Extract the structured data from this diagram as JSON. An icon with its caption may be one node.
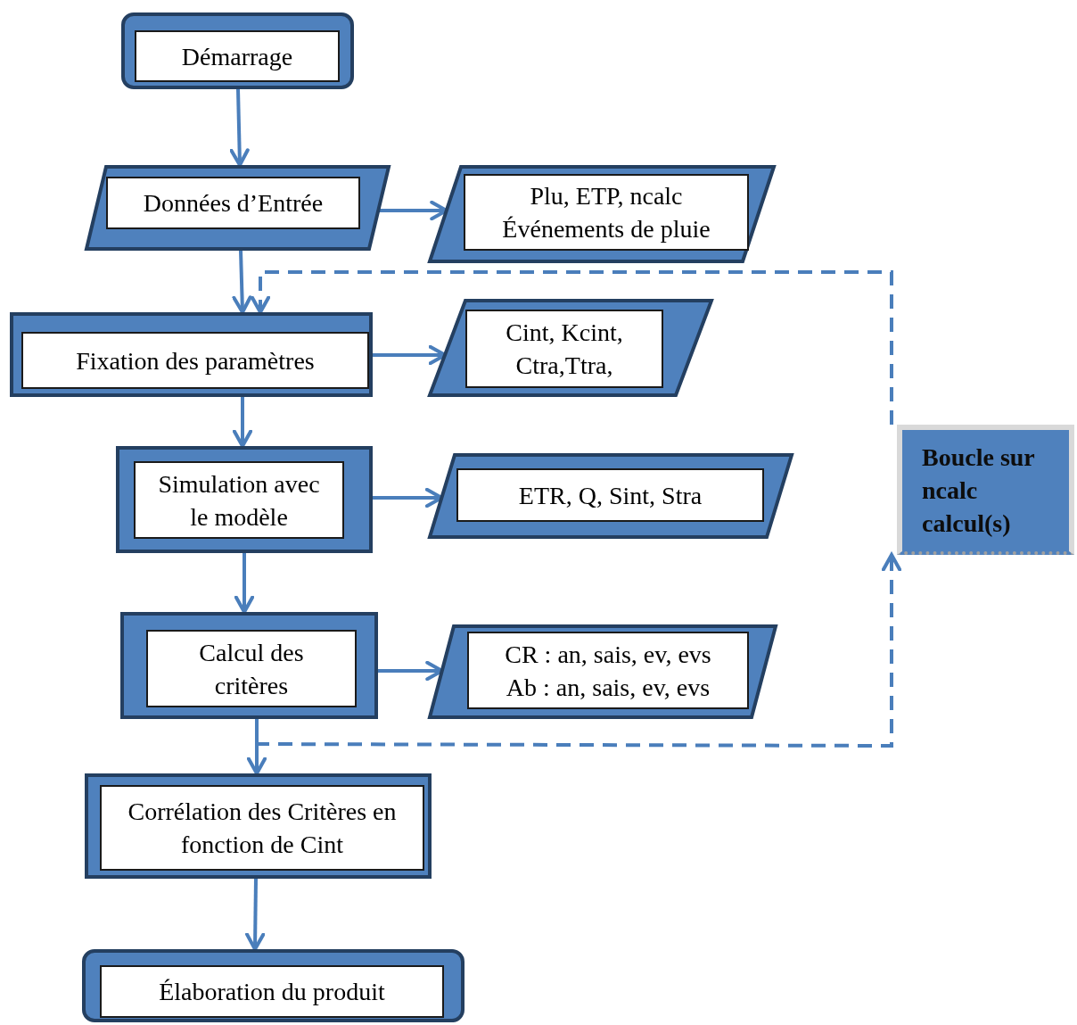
{
  "diagram": {
    "nodes": [
      {
        "text": [
          "Démarrage"
        ]
      },
      {
        "text": [
          "Données d’Entrée"
        ]
      },
      {
        "text": [
          "Plu, ETP, ncalc",
          "Événements de pluie"
        ]
      },
      {
        "text": [
          "Fixation des paramètres"
        ]
      },
      {
        "text": [
          "Cint, Kcint, Ctra,Ttra,"
        ]
      },
      {
        "text": [
          "Simulation avec le modèle"
        ]
      },
      {
        "text": [
          "ETR, Q, Sint, Stra"
        ]
      },
      {
        "text": [
          "Calcul des critères"
        ]
      },
      {
        "text": [
          "CR : an, sais, ev, evs",
          "Ab : an, sais, ev, evs"
        ]
      },
      {
        "text": [
          "Corrélation des Critères en fonction de Cint"
        ]
      },
      {
        "text": [
          "Élaboration du produit"
        ]
      },
      {
        "text": [
          "Boucle sur ncalc calcul(s)"
        ]
      }
    ],
    "edges": [
      {
        "from": 0,
        "to": 1,
        "arrow": "to"
      },
      {
        "from": 1,
        "to": 2,
        "arrow": "to"
      },
      {
        "from": 1,
        "to": 3,
        "arrow": "to"
      },
      {
        "from": 3,
        "to": 4,
        "arrow": "to"
      },
      {
        "from": 3,
        "to": 5,
        "arrow": "to"
      },
      {
        "from": 5,
        "to": 6,
        "arrow": "to"
      },
      {
        "from": 5,
        "to": 7,
        "arrow": "to"
      },
      {
        "from": 7,
        "to": 8,
        "arrow": "to"
      },
      {
        "from": 7,
        "to": 9,
        "arrow": "to"
      },
      {
        "from": 9,
        "to": 10,
        "arrow": "to"
      },
      {
        "from": 7,
        "to": 11,
        "arrow": "to",
        "style": "dashed"
      },
      {
        "from": 11,
        "to": 3,
        "arrow": "to",
        "style": "dashed"
      }
    ]
  }
}
